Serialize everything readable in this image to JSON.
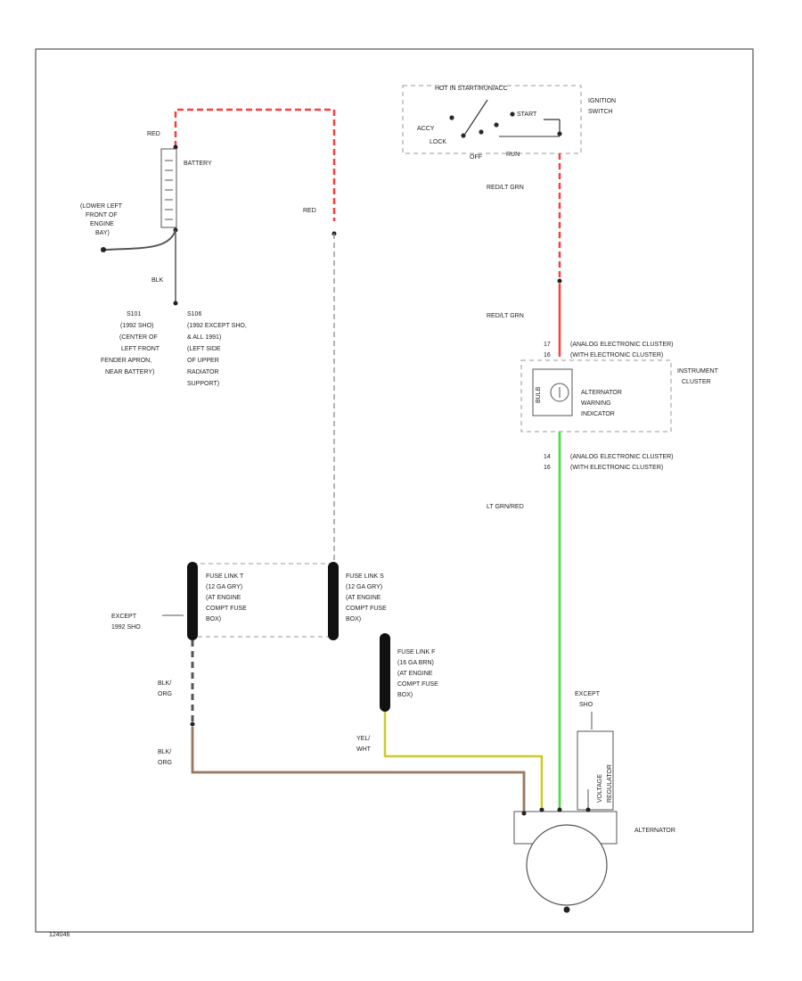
{
  "ignition_switch": {
    "lines": [
      "HOT IN START/RUN/ACC",
      "IGNITION",
      "SWITCH"
    ],
    "positions": [
      "ACCY",
      "LOCK",
      "OFF",
      "RUN",
      "START"
    ]
  },
  "wires": {
    "red_top": "RED",
    "red_right": "RED",
    "blk": "BLK",
    "red_lt_grn_1": "RED/LT GRN",
    "red_lt_grn_2": "RED/LT GRN",
    "lt_grn_red": "LT GRN/RED",
    "blk_org_1": [
      "BLK/",
      "ORG"
    ],
    "blk_org_2": [
      "BLK/",
      "ORG"
    ],
    "yel_wht": [
      "YEL/",
      "WHT"
    ]
  },
  "battery": {
    "label": "BATTERY"
  },
  "ground_location": [
    "(LOWER LEFT",
    "FRONT OF",
    "ENGINE",
    "BAY)"
  ],
  "splice_s101": [
    "S101",
    "(1992 SHO)",
    "(CENTER OF",
    "LEFT FRONT",
    "FENDER APRON,",
    "NEAR BATTERY)"
  ],
  "splice_s106": [
    "S106",
    "(1992 EXCEPT SHO,",
    "& ALL 1991)",
    "(LEFT SIDE",
    "OF UPPER",
    "RADIATOR",
    "SUPPORT)"
  ],
  "cluster": {
    "pins_top": [
      "17",
      "16"
    ],
    "pins_top_text": [
      "(ANALOG ELECTRONIC CLUSTER)",
      "(WITH ELECTRONIC CLUSTER)"
    ],
    "pins_bottom": [
      "14",
      "16"
    ],
    "pins_bottom_text": [
      "(ANALOG ELECTRONIC CLUSTER)",
      "(WITH ELECTRONIC CLUSTER)"
    ],
    "label": [
      "INSTRUMENT",
      "CLUSTER"
    ],
    "indicator_lines": [
      "ALTERNATOR",
      "WARNING",
      "INDICATOR"
    ],
    "side_text": "BULB"
  },
  "fuse_links": [
    {
      "lines": [
        "FUSE LINK T",
        "(12 GA GRY)",
        "(AT ENGINE",
        "COMPT FUSE",
        "BOX)"
      ]
    },
    {
      "lines": [
        "FUSE LINK S",
        "(12 GA GRY)",
        "(AT ENGINE",
        "COMPT FUSE",
        "BOX)"
      ]
    },
    {
      "lines": [
        "FUSE LINK F",
        "(16 GA BRN)",
        "(AT ENGINE",
        "COMPT FUSE",
        "BOX)"
      ]
    }
  ],
  "except_sho_1": [
    "EXCEPT",
    "1992 SHO"
  ],
  "except_sho_2": [
    "EXCEPT",
    "SHO"
  ],
  "alternator": {
    "label": "ALTERNATOR",
    "regulator_text": [
      "VOLTAGE",
      "REGULATOR"
    ]
  },
  "figure_id": "124046",
  "colors": {
    "red_wire": "#ff3b3b",
    "green_wire": "#66ee66",
    "yellow_wire": "#eeee44",
    "brown_wire": "#b08a6a",
    "dashed_gray": "#9a9a9a",
    "frame": "#555555"
  }
}
